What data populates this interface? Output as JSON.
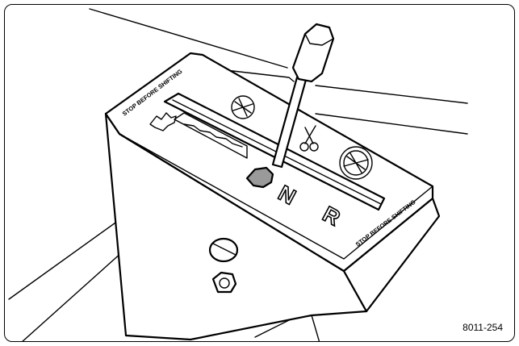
{
  "figure_code": "8011-254",
  "panel": {
    "warning_left": "STOP BEFORE SHIFTING",
    "warning_right": "STOP BEFORE SHIFTING",
    "gear_neutral": "N",
    "gear_reverse": "R"
  },
  "icons": [
    "rabbit-icon",
    "turtle-icon",
    "blade-disengage-icon",
    "scissors-icon",
    "blade-disengage-icon"
  ],
  "colors": {
    "line": "#000000",
    "background": "#ffffff",
    "lever_fill": "#9a9a9a"
  }
}
